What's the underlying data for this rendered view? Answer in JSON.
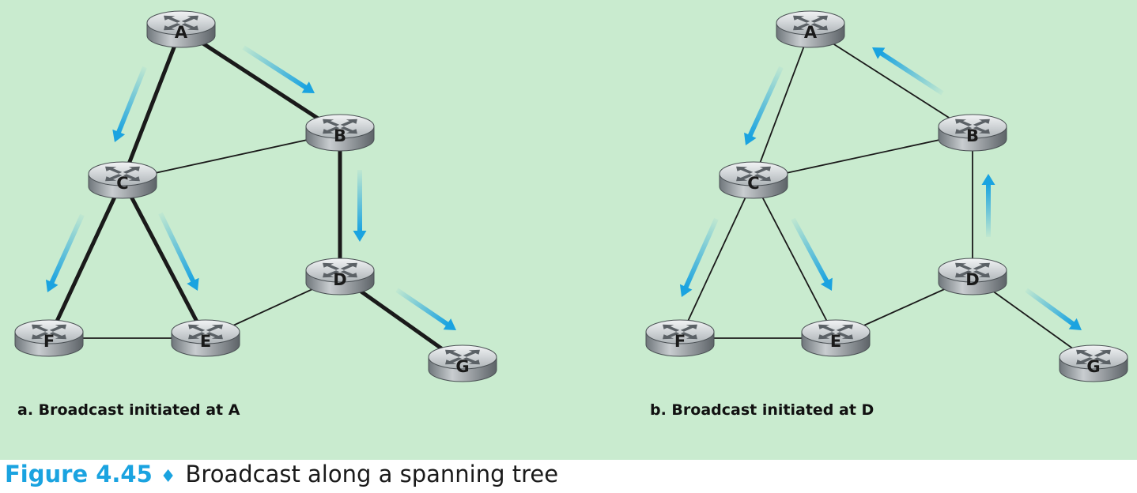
{
  "colors": {
    "background": "#c9ebcf",
    "accent": "#1aa3e0",
    "link": "#1a1a1a",
    "router_body": "#a9afb3"
  },
  "panels": [
    {
      "id": "a",
      "caption": "a. Broadcast initiated at A",
      "nodes": [
        {
          "id": "A",
          "label": "A"
        },
        {
          "id": "B",
          "label": "B"
        },
        {
          "id": "C",
          "label": "C"
        },
        {
          "id": "D",
          "label": "D"
        },
        {
          "id": "E",
          "label": "E"
        },
        {
          "id": "F",
          "label": "F"
        },
        {
          "id": "G",
          "label": "G"
        }
      ],
      "edges": [
        {
          "from": "A",
          "to": "C",
          "spanning_tree": true
        },
        {
          "from": "A",
          "to": "B",
          "spanning_tree": true
        },
        {
          "from": "C",
          "to": "B",
          "spanning_tree": false
        },
        {
          "from": "B",
          "to": "D",
          "spanning_tree": true
        },
        {
          "from": "C",
          "to": "F",
          "spanning_tree": true
        },
        {
          "from": "C",
          "to": "E",
          "spanning_tree": true
        },
        {
          "from": "F",
          "to": "E",
          "spanning_tree": false
        },
        {
          "from": "E",
          "to": "D",
          "spanning_tree": false
        },
        {
          "from": "D",
          "to": "G",
          "spanning_tree": true
        }
      ],
      "broadcast_arrows": [
        {
          "from": "A",
          "to": "C"
        },
        {
          "from": "A",
          "to": "B"
        },
        {
          "from": "B",
          "to": "D"
        },
        {
          "from": "C",
          "to": "F"
        },
        {
          "from": "C",
          "to": "E"
        },
        {
          "from": "D",
          "to": "G"
        }
      ]
    },
    {
      "id": "b",
      "caption": "b. Broadcast initiated at D",
      "nodes": [
        {
          "id": "A",
          "label": "A"
        },
        {
          "id": "B",
          "label": "B"
        },
        {
          "id": "C",
          "label": "C"
        },
        {
          "id": "D",
          "label": "D"
        },
        {
          "id": "E",
          "label": "E"
        },
        {
          "id": "F",
          "label": "F"
        },
        {
          "id": "G",
          "label": "G"
        }
      ],
      "edges": [
        {
          "from": "A",
          "to": "C",
          "spanning_tree": true
        },
        {
          "from": "A",
          "to": "B",
          "spanning_tree": true
        },
        {
          "from": "C",
          "to": "B",
          "spanning_tree": false
        },
        {
          "from": "B",
          "to": "D",
          "spanning_tree": true
        },
        {
          "from": "C",
          "to": "F",
          "spanning_tree": true
        },
        {
          "from": "C",
          "to": "E",
          "spanning_tree": true
        },
        {
          "from": "F",
          "to": "E",
          "spanning_tree": false
        },
        {
          "from": "E",
          "to": "D",
          "spanning_tree": false
        },
        {
          "from": "D",
          "to": "G",
          "spanning_tree": true
        }
      ],
      "broadcast_arrows": [
        {
          "from": "D",
          "to": "B"
        },
        {
          "from": "B",
          "to": "A"
        },
        {
          "from": "A",
          "to": "C"
        },
        {
          "from": "C",
          "to": "F"
        },
        {
          "from": "C",
          "to": "E"
        },
        {
          "from": "D",
          "to": "G"
        }
      ]
    }
  ],
  "figure": {
    "number": "Figure 4.45",
    "separator": "♦",
    "title": "Broadcast along a spanning tree"
  }
}
